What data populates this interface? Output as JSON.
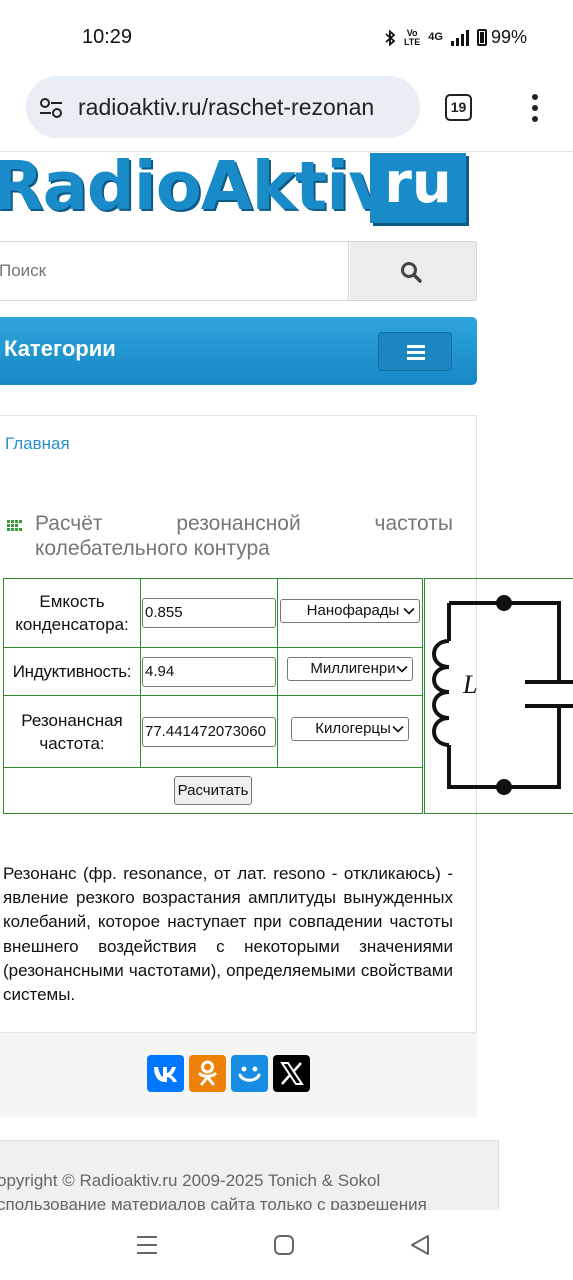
{
  "status_bar": {
    "time": "10:29",
    "network_label": "4G",
    "volte_label": "Vo LTE",
    "battery": "99%"
  },
  "browser": {
    "url": "radioaktiv.ru/raschet-rezonan",
    "tab_count": "19"
  },
  "site": {
    "logo_text": "RadioAktiv",
    "logo_box": "ru",
    "brand_color": "#1a8bc9"
  },
  "search": {
    "placeholder": "Поиск"
  },
  "categories": {
    "title": "Категории"
  },
  "breadcrumb": {
    "home": "Главная"
  },
  "article": {
    "title_line1": "Расчёт резонансной частоты",
    "title_line2": "колебательного контура"
  },
  "calculator": {
    "capacitance_label": "Емкость конденсатора:",
    "capacitance_value": "0.855",
    "capacitance_unit": "Нанофарады",
    "inductance_label": "Индуктивность:",
    "inductance_value": "4.94",
    "inductance_unit": "Миллигенри",
    "frequency_label": "Резонансная частота:",
    "frequency_value": "77.441472073060",
    "frequency_unit": "Килогерцы",
    "calculate_label": "Расчитать",
    "circuit_inductor_label": "L"
  },
  "description": "Резонанс (фр. resonance, от лат. resono - откликаюсь) - явление резкого возрастания амплитуды вынужденных колебаний, которое наступает при совпадении частоты внешнего воздействия с некоторыми значениями (резонансными частотами), определяемыми свойствами системы.",
  "share": {
    "vk_color": "#0077ff",
    "ok_color": "#ee8208",
    "mailru_color": "#168de2",
    "x_color": "#000000"
  },
  "footer": {
    "copyright": "opyright © Radioaktiv.ru 2009-2025 Tonich & Sokol",
    "usage": "спользование материалов сайта только с разрешения"
  }
}
